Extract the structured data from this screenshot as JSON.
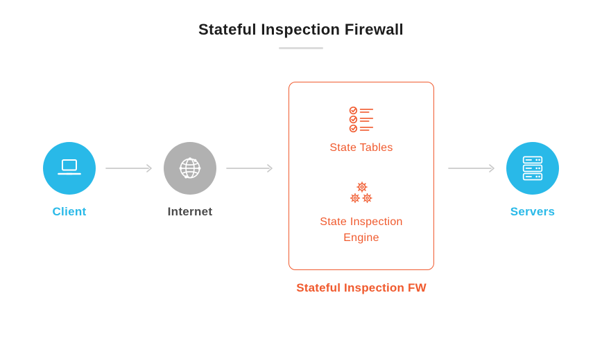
{
  "title": "Stateful Inspection Firewall",
  "colors": {
    "cyan": "#29B9E8",
    "node-gray": "#B1B1B1",
    "orange": "#F05A2E",
    "arrow": "#C9C9C9",
    "title": "#1D1D1D",
    "internet-label": "#4A4A4A"
  },
  "nodes": {
    "client": {
      "label": "Client",
      "icon": "laptop-icon"
    },
    "internet": {
      "label": "Internet",
      "icon": "globe-network-icon"
    },
    "servers": {
      "label": "Servers",
      "icon": "server-stack-icon"
    }
  },
  "firewall": {
    "caption": "Stateful Inspection FW",
    "items": {
      "state_tables": {
        "label": "State Tables",
        "icon": "state-tables-checklist-icon"
      },
      "engine": {
        "label": "State Inspection Engine",
        "icon": "gears-icon"
      }
    }
  }
}
